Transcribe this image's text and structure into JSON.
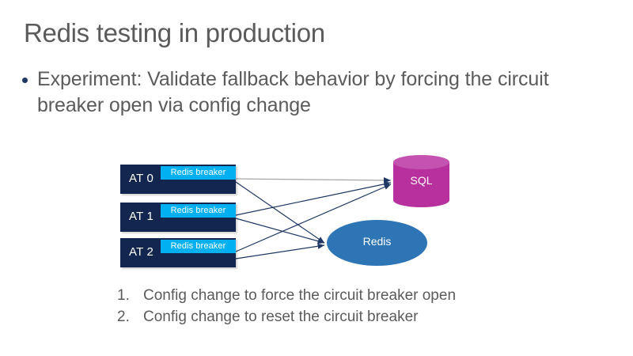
{
  "slide": {
    "title": "Redis testing in production",
    "bullets": [
      {
        "marker": "•",
        "text": "Experiment: Validate fallback behavior by forcing the circuit breaker open via config change"
      }
    ],
    "numbered_list": [
      {
        "marker": "1.",
        "text": "Config change to force the circuit breaker open"
      },
      {
        "marker": "2.",
        "text": "Config change to reset the circuit breaker"
      }
    ],
    "diagram": {
      "app_tiers": [
        {
          "label": "AT 0",
          "breaker_label": "Redis breaker"
        },
        {
          "label": "AT 1",
          "breaker_label": "Redis breaker"
        },
        {
          "label": "AT 2",
          "breaker_label": "Redis breaker"
        }
      ],
      "backends": {
        "sql": "SQL",
        "redis": "Redis"
      }
    }
  },
  "colors": {
    "title_text": "#5b5b5b",
    "body_text": "#5b5b5b",
    "bullet_dot": "#1f3864",
    "at_box": "#12264f",
    "breaker_badge": "#00b0f0",
    "sql_cylinder": "#b8309e",
    "sql_cylinder_top": "#c452b0",
    "redis_ellipse": "#2e75b6",
    "connector_line": "#1f3864",
    "connector_line_light": "#a6a6a6",
    "background": "#ffffff"
  }
}
